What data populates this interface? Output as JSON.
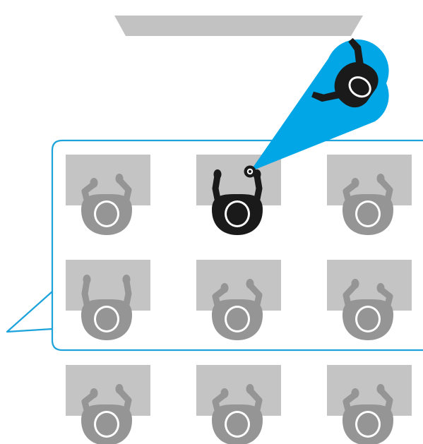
{
  "colors": {
    "background": "#ffffff",
    "screen": "#c2c2c2",
    "desk": "#c4c4c4",
    "student": "#959595",
    "student_highlight": "#1a1a1a",
    "presenter": "#1a1a1a",
    "beam": "#00a6e6",
    "callout_outline": "#1da3dc"
  },
  "scene": {
    "screen_icon": "projection-screen",
    "presenter_icon": "presenter-top-view",
    "beam_icon": "light-beam",
    "callout_icon": "speech-bubble-outline",
    "student_icon": "student-top-view",
    "desks": [
      {
        "row": 1,
        "column": 1,
        "pose": "arms-left",
        "highlighted": false
      },
      {
        "row": 1,
        "column": 2,
        "pose": "arms-up",
        "highlighted": true,
        "has_device": true
      },
      {
        "row": 1,
        "column": 3,
        "pose": "arms-left",
        "highlighted": false
      },
      {
        "row": 2,
        "column": 1,
        "pose": "arms-up",
        "highlighted": false
      },
      {
        "row": 2,
        "column": 2,
        "pose": "arms-left",
        "highlighted": false
      },
      {
        "row": 2,
        "column": 3,
        "pose": "arms-right",
        "highlighted": false
      },
      {
        "row": 3,
        "column": 1,
        "pose": "arms-left",
        "highlighted": false
      },
      {
        "row": 3,
        "column": 2,
        "pose": "arms-left",
        "highlighted": false
      },
      {
        "row": 3,
        "column": 3,
        "pose": "arms-left",
        "highlighted": false
      }
    ],
    "callout_rows": [
      1,
      2
    ]
  }
}
